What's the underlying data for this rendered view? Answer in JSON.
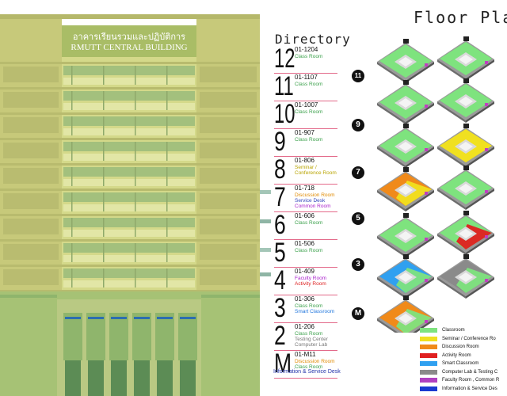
{
  "building": {
    "sign_thai": "อาคารเรียนรวมและปฏิบัติการ",
    "sign_english": "RMUTT CENTRAL BUILDING"
  },
  "directory": {
    "title": "Directory",
    "floors": [
      {
        "num": "12",
        "code": "01-1204",
        "lines": [
          {
            "text": "Class Room",
            "color": "#3aa04a"
          }
        ]
      },
      {
        "num": "11",
        "code": "01-1107",
        "lines": [
          {
            "text": "Class Room",
            "color": "#3aa04a"
          }
        ]
      },
      {
        "num": "10",
        "code": "01-1007",
        "lines": [
          {
            "text": "Class Room",
            "color": "#3aa04a"
          }
        ]
      },
      {
        "num": "9",
        "code": "01-907",
        "lines": [
          {
            "text": "Class Room",
            "color": "#3aa04a"
          }
        ]
      },
      {
        "num": "8",
        "code": "01-806",
        "lines": [
          {
            "text": "Seminar /",
            "color": "#b8a400"
          },
          {
            "text": "Conference Room",
            "color": "#b8a400"
          }
        ]
      },
      {
        "num": "7",
        "code": "01-718",
        "lines": [
          {
            "text": "Discussion Room",
            "color": "#e08a00"
          },
          {
            "text": "Service Desk",
            "color": "#3344bb"
          },
          {
            "text": "Common Room",
            "color": "#aa22cc"
          }
        ]
      },
      {
        "num": "6",
        "code": "01-606",
        "lines": [
          {
            "text": "Class Room",
            "color": "#3aa04a"
          }
        ]
      },
      {
        "num": "5",
        "code": "01-506",
        "lines": [
          {
            "text": "Class Room",
            "color": "#3aa04a"
          }
        ]
      },
      {
        "num": "4",
        "code": "01-409",
        "lines": [
          {
            "text": "Faculty Room",
            "color": "#aa22cc"
          },
          {
            "text": "Activity Room",
            "color": "#dd2222"
          }
        ]
      },
      {
        "num": "3",
        "code": "01-306",
        "lines": [
          {
            "text": "Class Room",
            "color": "#3aa04a"
          },
          {
            "text": "Smart Classroom",
            "color": "#2277dd"
          }
        ]
      },
      {
        "num": "2",
        "code": "01-206",
        "lines": [
          {
            "text": "Class Room",
            "color": "#3aa04a"
          },
          {
            "text": "Testing Center",
            "color": "#777777"
          },
          {
            "text": "Computer Lab",
            "color": "#777777"
          }
        ]
      },
      {
        "num": "M",
        "code": "01-M11",
        "lines": [
          {
            "text": "Discussion Room",
            "color": "#e08a00"
          },
          {
            "text": "Class Room",
            "color": "#3aa04a"
          }
        ]
      }
    ],
    "information_desk": "Information & Service Desk"
  },
  "floor_plan": {
    "title": "Floor Pla",
    "badges": [
      "11",
      "9",
      "7",
      "5",
      "3",
      "M"
    ],
    "legend": [
      {
        "label": "Classroom",
        "color": "#7ee37e"
      },
      {
        "label": "Seminar / Conference Ro",
        "color": "#f0e020"
      },
      {
        "label": "Discussion Room",
        "color": "#f08a1a"
      },
      {
        "label": "Activity Room",
        "color": "#e02020"
      },
      {
        "label": "Smart Classroom",
        "color": "#30a0f0"
      },
      {
        "label": "Computer Lab & Testing C",
        "color": "#8a8a8a"
      },
      {
        "label": "Faculty Room , Common R",
        "color": "#b040c0"
      },
      {
        "label": "Information & Service Des",
        "color": "#1a3ad0"
      }
    ]
  }
}
